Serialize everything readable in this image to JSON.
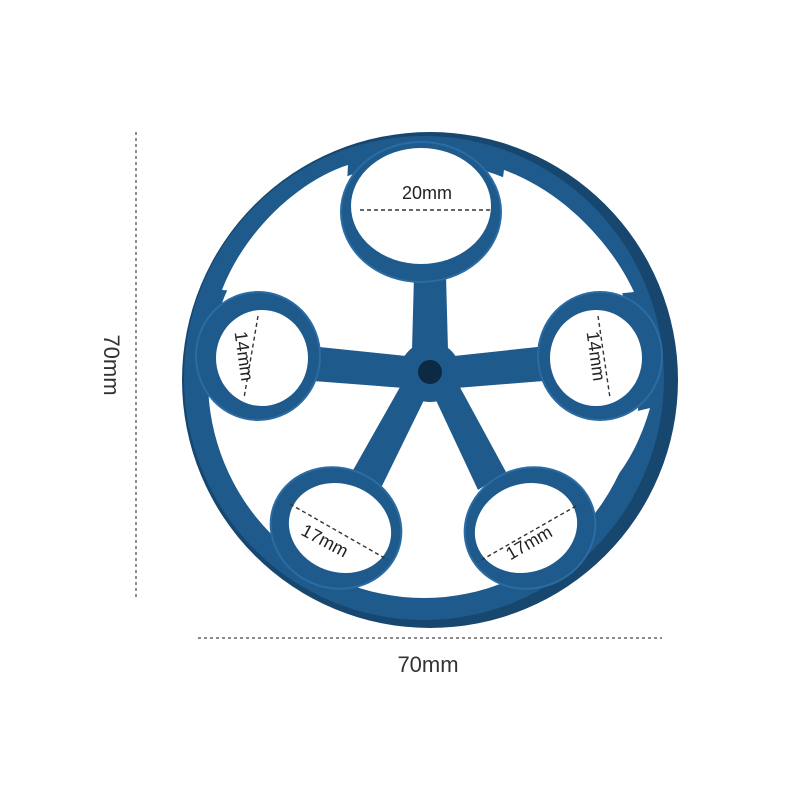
{
  "colors": {
    "part": "#1f5a8c",
    "part_dark": "#17476f",
    "part_edge": "#2a6ca3",
    "background": "#ffffff",
    "dim_line": "#444444",
    "text": "#333333"
  },
  "dimensions": {
    "height_label": "70mm",
    "width_label": "70mm"
  },
  "holes": [
    {
      "id": "top",
      "label": "20mm"
    },
    {
      "id": "left",
      "label": "14mm"
    },
    {
      "id": "right",
      "label": "14mm"
    },
    {
      "id": "bottom-left",
      "label": "17mm"
    },
    {
      "id": "bottom-right",
      "label": "17mm"
    }
  ]
}
